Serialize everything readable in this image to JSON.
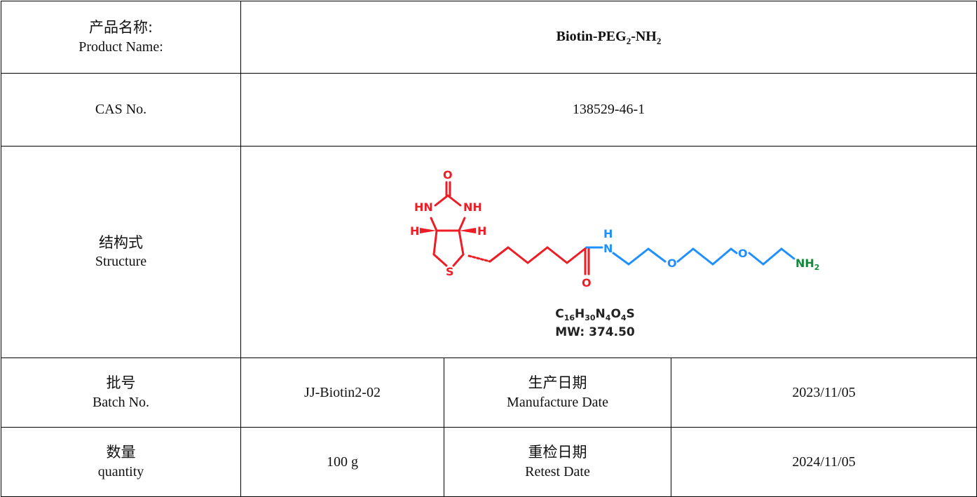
{
  "product_name": {
    "label_zh": "产品名称:",
    "label_en": "Product Name:",
    "value_main": "Biotin-PEG",
    "value_sub1": "2",
    "value_mid": "-NH",
    "value_sub2": "2"
  },
  "cas": {
    "label": "CAS No.",
    "value": "138529-46-1"
  },
  "structure": {
    "label_zh": "结构式",
    "label_en": "Structure",
    "atoms": {
      "o_top": "O",
      "hn": "HN",
      "nh": "NH",
      "h_left": "H",
      "h_right": "H",
      "s": "S",
      "amide_h": "H",
      "amide_n": "N",
      "carbonyl_o": "O",
      "ether_o1": "O",
      "ether_o2": "O",
      "nh2": "NH",
      "nh2_sub": "2"
    },
    "formula": {
      "c": "C",
      "c_n": "16",
      "h": "H",
      "h_n": "30",
      "n": "N",
      "n_n": "4",
      "o": "O",
      "o_n": "4",
      "s": "S"
    },
    "mw": "MW: 374.50",
    "colors": {
      "biotin": "#ee1c24",
      "linker": "#1e90ff",
      "amine": "#138a3a",
      "text": "#222222"
    }
  },
  "batch": {
    "label_zh": "批号",
    "label_en": "Batch No.",
    "value": "JJ-Biotin2-02"
  },
  "manufacture": {
    "label_zh": "生产日期",
    "label_en": "Manufacture Date",
    "value": "2023/11/05"
  },
  "quantity": {
    "label_zh": "数量",
    "label_en": "quantity",
    "value": "100 g"
  },
  "retest": {
    "label_zh": "重检日期",
    "label_en": "Retest Date",
    "value": "2024/11/05"
  }
}
